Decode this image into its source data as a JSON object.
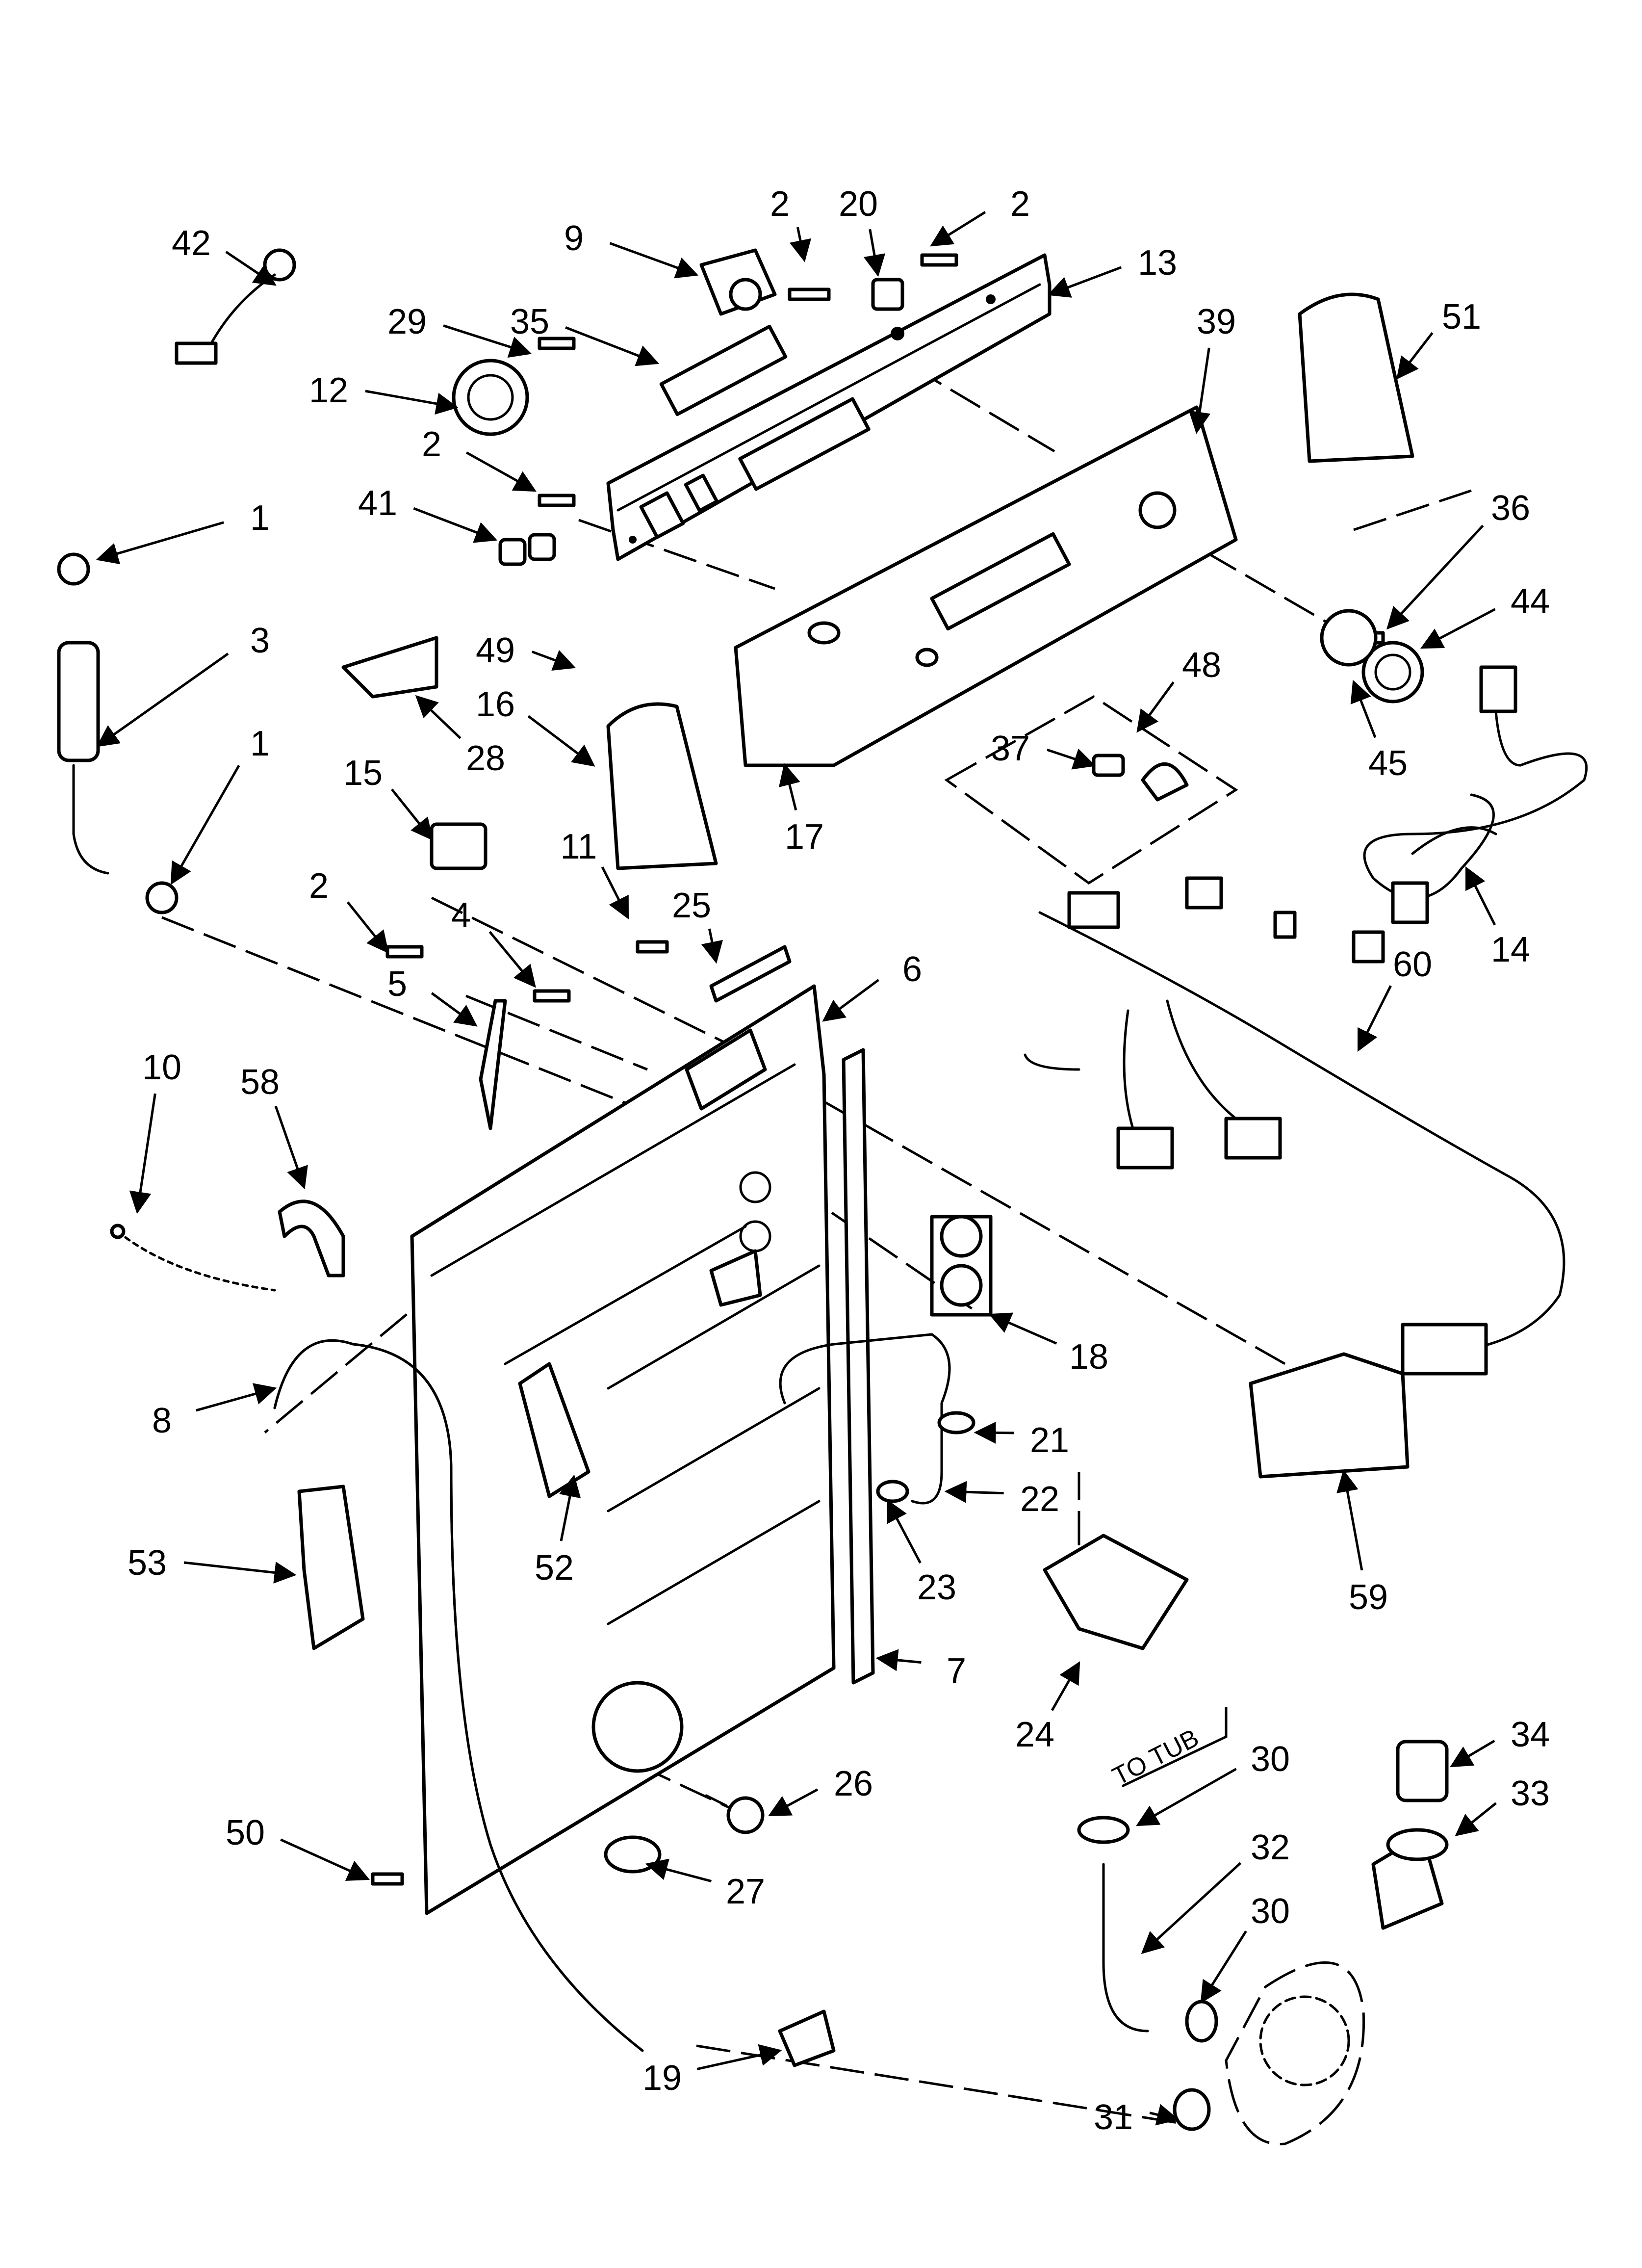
{
  "note": {
    "to_tub": "TO TUB"
  },
  "callouts": [
    {
      "id": "c42a",
      "label": "42"
    },
    {
      "id": "c9",
      "label": "9"
    },
    {
      "id": "c2a",
      "label": "2"
    },
    {
      "id": "c20",
      "label": "20"
    },
    {
      "id": "c2b",
      "label": "2"
    },
    {
      "id": "c13",
      "label": "13"
    },
    {
      "id": "c29",
      "label": "29"
    },
    {
      "id": "c35",
      "label": "35"
    },
    {
      "id": "c39",
      "label": "39"
    },
    {
      "id": "c51",
      "label": "51"
    },
    {
      "id": "c12",
      "label": "12"
    },
    {
      "id": "c2c",
      "label": "2"
    },
    {
      "id": "c41",
      "label": "41"
    },
    {
      "id": "c1a",
      "label": "1"
    },
    {
      "id": "c36",
      "label": "36"
    },
    {
      "id": "c44",
      "label": "44"
    },
    {
      "id": "c3",
      "label": "3"
    },
    {
      "id": "c49",
      "label": "49"
    },
    {
      "id": "c16",
      "label": "16"
    },
    {
      "id": "c28",
      "label": "28"
    },
    {
      "id": "c48",
      "label": "48"
    },
    {
      "id": "c1b",
      "label": "1"
    },
    {
      "id": "c37",
      "label": "37"
    },
    {
      "id": "c45",
      "label": "45"
    },
    {
      "id": "c15",
      "label": "15"
    },
    {
      "id": "c17",
      "label": "17"
    },
    {
      "id": "c11",
      "label": "11"
    },
    {
      "id": "c14",
      "label": "14"
    },
    {
      "id": "c2d",
      "label": "2"
    },
    {
      "id": "c25",
      "label": "25"
    },
    {
      "id": "c4",
      "label": "4"
    },
    {
      "id": "c6",
      "label": "6"
    },
    {
      "id": "c60",
      "label": "60"
    },
    {
      "id": "c5",
      "label": "5"
    },
    {
      "id": "c10",
      "label": "10"
    },
    {
      "id": "c58",
      "label": "58"
    },
    {
      "id": "c18",
      "label": "18"
    },
    {
      "id": "c8",
      "label": "8"
    },
    {
      "id": "c21",
      "label": "21"
    },
    {
      "id": "c22",
      "label": "22"
    },
    {
      "id": "c53",
      "label": "53"
    },
    {
      "id": "c52",
      "label": "52"
    },
    {
      "id": "c23",
      "label": "23"
    },
    {
      "id": "c59",
      "label": "59"
    },
    {
      "id": "c7",
      "label": "7"
    },
    {
      "id": "c24",
      "label": "24"
    },
    {
      "id": "c26",
      "label": "26"
    },
    {
      "id": "c30a",
      "label": "30"
    },
    {
      "id": "c34",
      "label": "34"
    },
    {
      "id": "c33",
      "label": "33"
    },
    {
      "id": "c50",
      "label": "50"
    },
    {
      "id": "c27",
      "label": "27"
    },
    {
      "id": "c32",
      "label": "32"
    },
    {
      "id": "c30b",
      "label": "30"
    },
    {
      "id": "c19",
      "label": "19"
    },
    {
      "id": "c31",
      "label": "31"
    }
  ]
}
